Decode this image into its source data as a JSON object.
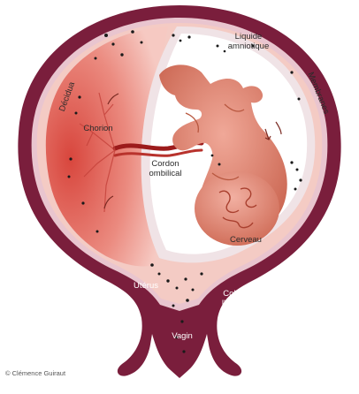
{
  "labels": {
    "liquide": "Liquide\namniotique",
    "membranes": "Membranes",
    "decidua": "Décidua",
    "chorion": "Chorion",
    "cordon": "Cordon\nombilical",
    "cerveau": "Cerveau",
    "uterus": "Utérus",
    "col": "Col de\nl'utérus",
    "vagin": "Vagin"
  },
  "credit": "© Clémence Guiraut",
  "colors": {
    "uterus_wall": "#7a1e3c",
    "uterus_light": "#e7c2cd",
    "decidua": "#f3c6c0",
    "chorion": "#e9786c",
    "chorion_dark": "#c8443d",
    "membrane": "#f0e6e8",
    "amniotic": "#ffffff",
    "fetus": "#e08a78",
    "fetus_dark": "#b8573f",
    "cord": "#9c1b1b",
    "particles": "#1a1a1a"
  }
}
